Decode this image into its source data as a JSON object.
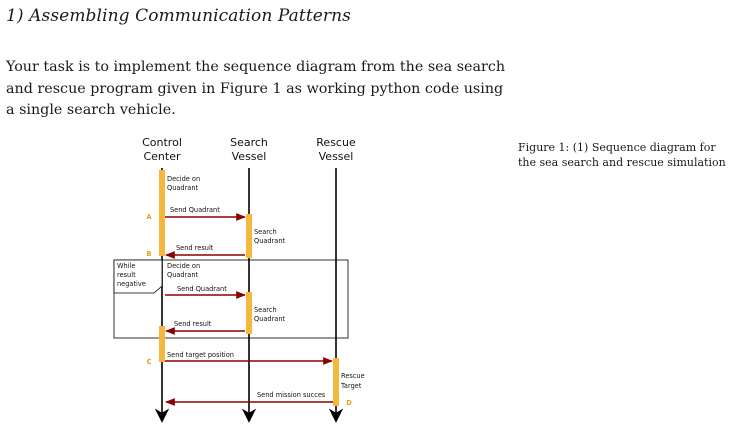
{
  "section": {
    "heading": "1) Assembling Communication Patterns",
    "paragraph_lines": [
      "Your task is to implement the sequence diagram from the sea search",
      "and rescue program given in Figure 1 as working python code using",
      "a single search vehicle."
    ]
  },
  "figure": {
    "caption": "Figure 1: (1) Sequence diagram for the sea search and rescue simulation",
    "participants": [
      {
        "line1": "Control",
        "line2": "Center"
      },
      {
        "line1": "Search",
        "line2": "Vessel"
      },
      {
        "line1": "Rescue",
        "line2": "Vessel"
      }
    ],
    "loop": {
      "label_lines": [
        "While",
        "result",
        "negative"
      ]
    },
    "activations": {
      "decide_1": [
        "Decide on",
        "Quadrant"
      ],
      "search_1": [
        "Search",
        "Quadrant"
      ],
      "decide_2": [
        "Decide on",
        "Quadrant"
      ],
      "search_2": [
        "Search",
        "Quadrant"
      ],
      "rescue": [
        "Rescue",
        "Target"
      ]
    },
    "messages": {
      "send_quadrant_1": "Send Quadrant",
      "send_result_1": "Send result",
      "send_quadrant_2": "Send Quadrant",
      "send_result_2": "Send result",
      "send_target": "Send target position",
      "send_mission": "Send mission succes"
    },
    "markers": {
      "a": "A",
      "b": "B",
      "c": "C",
      "d": "D"
    },
    "colors": {
      "activation_bar": "#f5b73c",
      "message_arrow": "#8b0000",
      "lifeline": "#000000"
    }
  }
}
